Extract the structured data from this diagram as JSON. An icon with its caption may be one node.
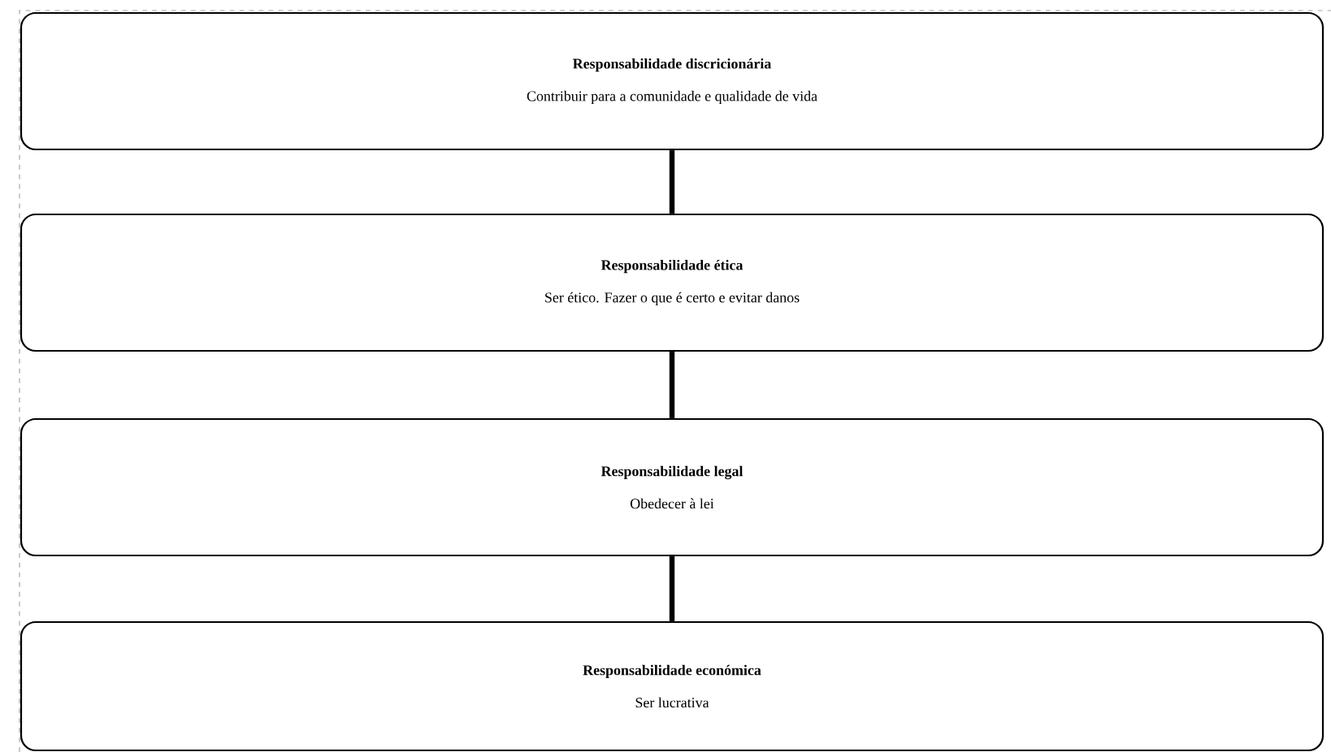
{
  "diagram": {
    "nodes": [
      {
        "text": [
          "Responsabilidade discricionária",
          "Contribuir para a comunidade e qualidade de vida"
        ]
      },
      {
        "text": [
          "Responsabilidade ética",
          "Ser ético. Fazer o que é certo e evitar danos"
        ]
      },
      {
        "text": [
          "Responsabilidade legal",
          "Obedecer à lei"
        ]
      },
      {
        "text": [
          "Responsabilidade económica",
          "Ser lucrativa"
        ]
      }
    ],
    "edges": [
      {
        "from": 0,
        "to": 1,
        "arrow": "none"
      },
      {
        "from": 1,
        "to": 2,
        "arrow": "none"
      },
      {
        "from": 2,
        "to": 3,
        "arrow": "none"
      }
    ]
  }
}
